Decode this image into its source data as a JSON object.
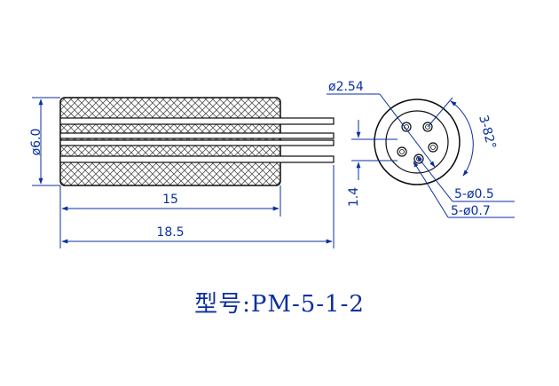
{
  "colors": {
    "outline": "#0a0a0a",
    "hatch": "#444444",
    "dimension": "#0a2fa0",
    "background": "#ffffff"
  },
  "side_view": {
    "diameter_label": "ø6.0",
    "length_15_label": "15",
    "length_18_5_label": "18.5"
  },
  "end_view": {
    "pitch_label": "ø2.54",
    "angle_label": "3-82°",
    "spacing_label": "1.4",
    "pin_label": "5-ø0.5",
    "hole_label": "5-ø0.7"
  },
  "caption": "型号:PM-5-1-2"
}
